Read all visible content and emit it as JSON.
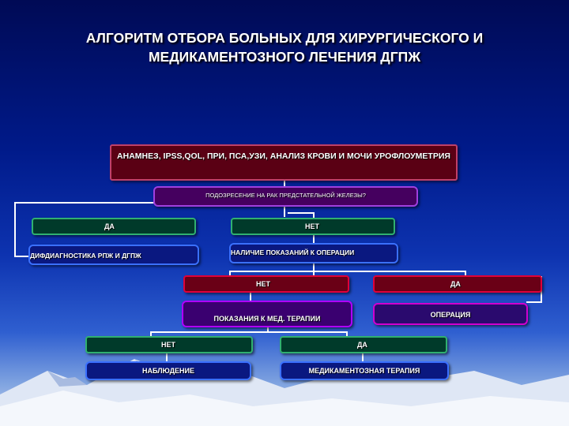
{
  "title": "АЛГОРИТМ ОТБОРА БОЛЬНЫХ ДЛЯ ХИРУРГИЧЕСКОГО И МЕДИКАМЕНТОЗНОГО ЛЕЧЕНИЯ ДГПЖ",
  "nodes": {
    "anamnesis": "АНАМНЕЗ, IPSS,QOL, ПРИ, ПСА,УЗИ, АНАЛИЗ КРОВИ И МОЧИ УРОФЛОУМЕТРИЯ",
    "cancer_suspicion": "ПОДОЗРЕСЕНИЕ НА РАК ПРЕДСТАТЕЛЬНОЙ ЖЕЛЕЗЫ?",
    "yes_1": "ДА",
    "no_1": "НЕТ",
    "diff_diagnosis": "ДИФДИАГНОСТИКА РПЖ И ДГПЖ",
    "surgery_indications": "НАЛИЧИЕ ПОКАЗАНИЙ К ОПЕРАЦИИ",
    "no_2": "НЕТ",
    "yes_2": "ДА",
    "drug_indications": "ПОКАЗАНИЯ К МЕД. ТЕРАПИИ",
    "operation": "ОПЕРАЦИЯ",
    "no_3": "НЕТ",
    "yes_3": "ДА",
    "observation": "НАБЛЮДЕНИЕ",
    "drug_therapy": "МЕДИКАМЕНТОЗНАЯ ТЕРАПИЯ"
  },
  "colors": {
    "background_top": "#000a55",
    "background_bottom": "#c9d7f0",
    "connector": "#ffffff"
  }
}
